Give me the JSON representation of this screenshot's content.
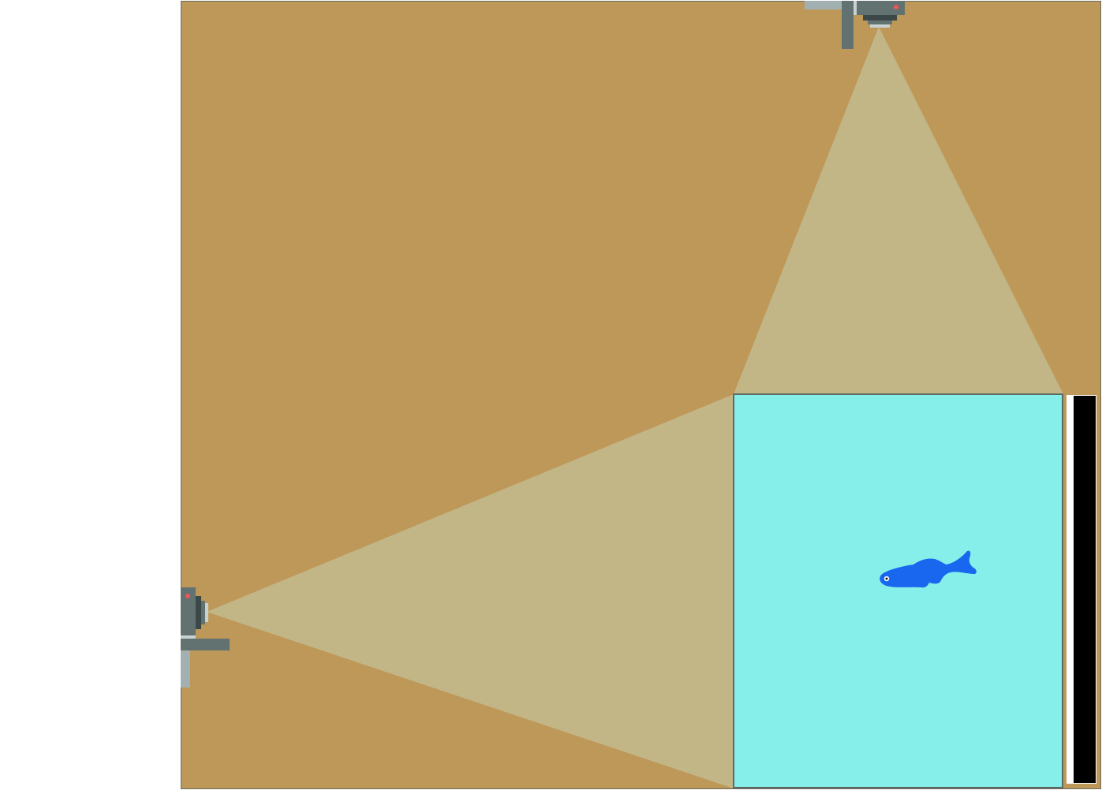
{
  "diagram": {
    "colors": {
      "page_background": "#ffffff",
      "floor": "#be9859",
      "floor_border": "#6b6b5e",
      "camera_light_cone": "#c2b687",
      "tank_water": "#87efea",
      "tank_border": "#5f6b62",
      "fish": "#1a67ef",
      "fish_eye": "#ffffff",
      "camera_body": "#627270",
      "camera_dark": "#3c4747",
      "camera_mount_light": "#a2b0b1",
      "camera_indicator_led": "#f05555",
      "side_panel_frame": "#ffffff",
      "side_panel": "#000000"
    },
    "components": [
      {
        "name": "top-camera",
        "icon": "camera-icon",
        "facing": "down"
      },
      {
        "name": "side-camera",
        "icon": "camera-icon",
        "facing": "right"
      },
      {
        "name": "top-camera-field-of-view",
        "icon": "light-cone"
      },
      {
        "name": "side-camera-field-of-view",
        "icon": "light-cone"
      },
      {
        "name": "fish-tank",
        "icon": "rectangle"
      },
      {
        "name": "fish",
        "icon": "fish-icon"
      },
      {
        "name": "backlight-panel",
        "icon": "rectangle"
      }
    ]
  }
}
